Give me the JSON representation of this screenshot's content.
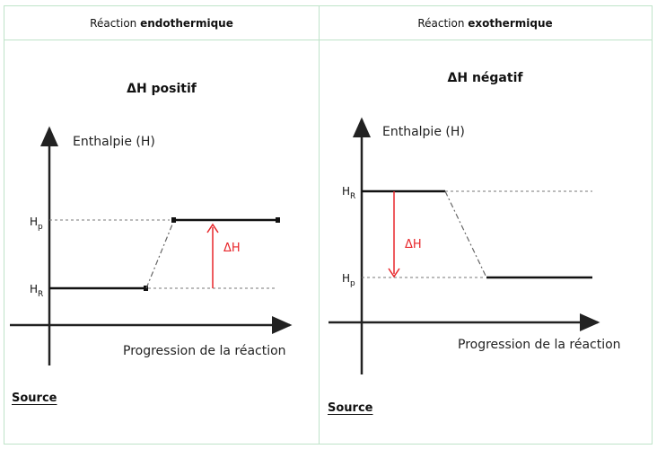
{
  "table": {
    "left_header": {
      "prefix": "Réaction ",
      "bold": "endothermique"
    },
    "right_header": {
      "prefix": "Réaction ",
      "bold": "exothermique"
    }
  },
  "left": {
    "subtitle": "ΔH positif",
    "diagram": {
      "y_axis_label": "Enthalpie (H)",
      "x_axis_label": "Progression de la réaction",
      "level_upper_label": "H",
      "level_upper_sub": "p",
      "level_lower_label": "H",
      "level_lower_sub": "R",
      "delta_label": "ΔH"
    },
    "source_label": "Source"
  },
  "right": {
    "subtitle": "ΔH négatif",
    "diagram": {
      "y_axis_label": "Enthalpie (H)",
      "x_axis_label": "Progression de la réaction",
      "level_upper_label": "H",
      "level_upper_sub": "R",
      "level_lower_label": "H",
      "level_lower_sub": "p",
      "delta_label": "ΔH"
    },
    "source_label": "Source"
  },
  "colors": {
    "border": "#bfe3c9",
    "delta_arrow": "#e8262a"
  }
}
